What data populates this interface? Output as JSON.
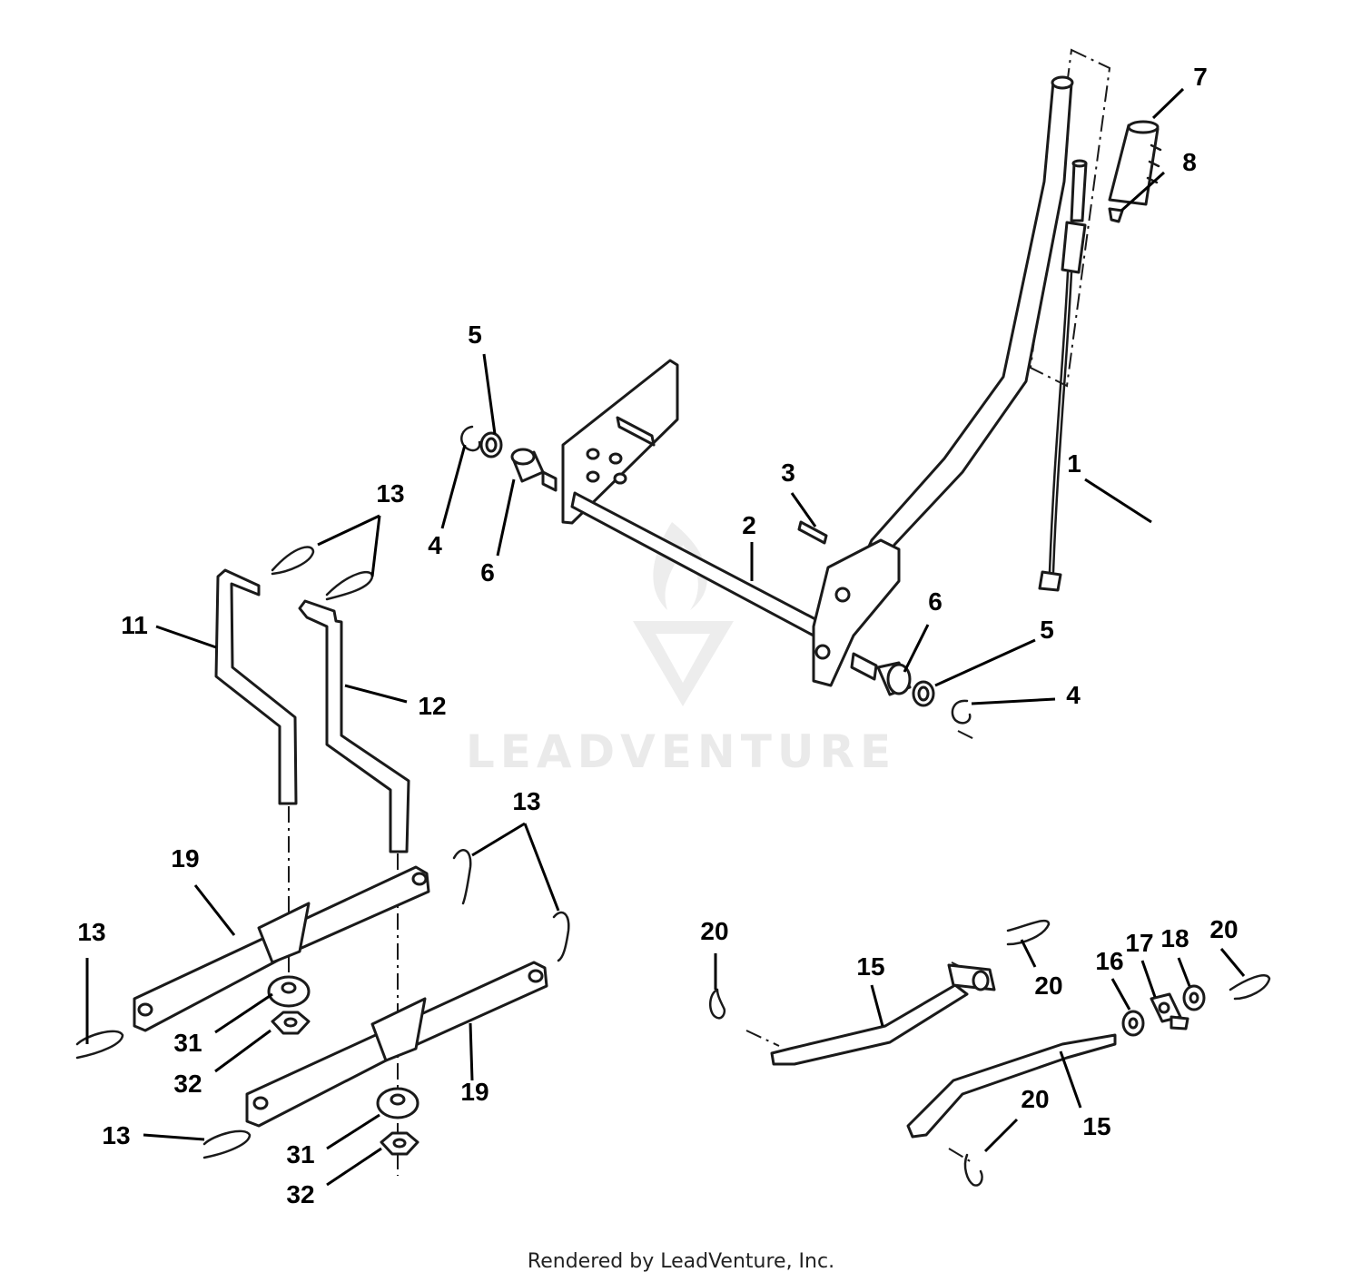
{
  "watermark": "LEADVENTURE",
  "footer": "Rendered by LeadVenture, Inc.",
  "callouts": {
    "c1": "1",
    "c2": "2",
    "c3": "3",
    "c4a": "4",
    "c4b": "4",
    "c5a": "5",
    "c5b": "5",
    "c6a": "6",
    "c6b": "6",
    "c7": "7",
    "c8": "8",
    "c11": "11",
    "c12": "12",
    "c13a": "13",
    "c13b": "13",
    "c13c": "13",
    "c13d": "13",
    "c15a": "15",
    "c15b": "15",
    "c16": "16",
    "c17": "17",
    "c18": "18",
    "c19a": "19",
    "c19b": "19",
    "c20a": "20",
    "c20b": "20",
    "c20c": "20",
    "c20d": "20",
    "c31a": "31",
    "c31b": "31",
    "c32a": "32",
    "c32b": "32"
  }
}
